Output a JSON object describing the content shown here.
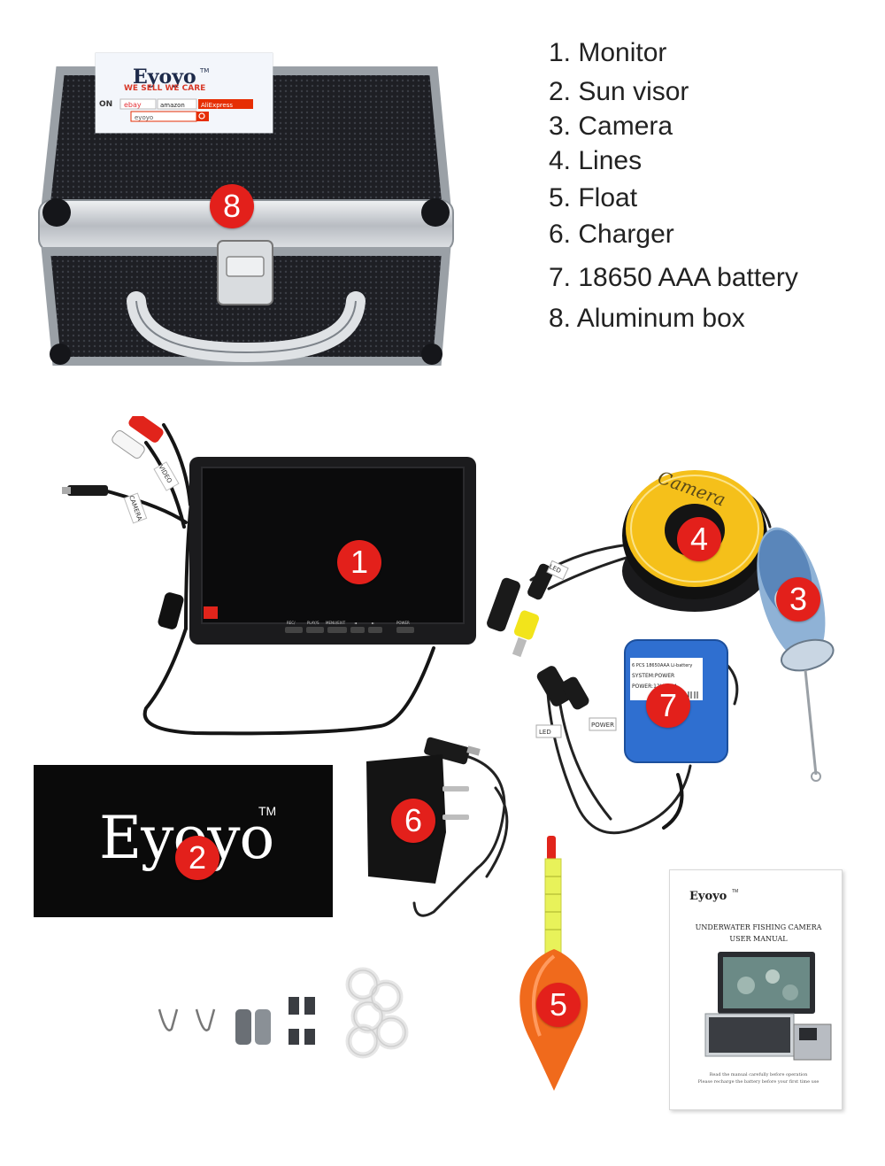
{
  "legend": {
    "items": [
      "1. Monitor",
      "2. Sun visor",
      "3. Camera",
      "4. Lines",
      "5. Float",
      "6. Charger",
      "7. 18650 AAA battery",
      "8. Aluminum box"
    ]
  },
  "badges": {
    "monitor": "1",
    "sun_visor": "2",
    "camera": "3",
    "lines": "4",
    "float": "5",
    "charger": "6",
    "battery": "7",
    "box": "8"
  },
  "box_sticker": {
    "brand": "Eyoyo",
    "tm": "TM",
    "slogan": "WE SELL  WE CARE",
    "on_label": "ON",
    "store_ebay": "ebay",
    "store_amazon": "amazon",
    "store_aliexpress": "AliExpress",
    "search_text": "eyoyo"
  },
  "visor": {
    "brand": "Eyoyo",
    "tm": "TM"
  },
  "reel": {
    "label": "Camera"
  },
  "monitor": {
    "buttons": [
      "REC/",
      "PLAY/S",
      "MENU/EXIT",
      "◄",
      "►",
      "POWER"
    ]
  },
  "cable_tags": {
    "video": "VIDEO",
    "camera": "CAMERA",
    "led": "LED",
    "power": "POWER"
  },
  "battery_label": {
    "line1": "6 PCS 18650AAA Li-battery",
    "line2": "SYSTEM:POWER",
    "line3": "POWER:12V 4.5A"
  },
  "manual": {
    "brand": "Eyoyo",
    "tm": "TM",
    "title_line1": "UNDERWATER FISHING CAMERA",
    "title_line2": "USER MANUAL",
    "footer_line1": "Read the manual carefully before operation",
    "footer_line2": "Please recharge the battery before your first time use"
  },
  "colors": {
    "badge_red": "#e3201b",
    "reel_yellow": "#f5c01a",
    "battery_blue": "#2f6fd0",
    "float_orange": "#f06a1c",
    "float_yellow": "#e8f25a"
  }
}
